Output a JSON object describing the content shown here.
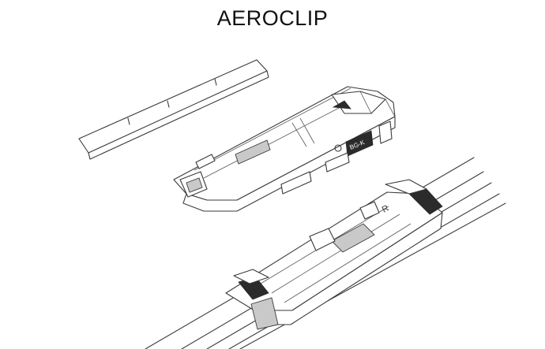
{
  "title": "AEROCLIP",
  "labels": {
    "adapter_badge": "BG-K",
    "blade_mark": "R"
  },
  "colors": {
    "line": "#3a3a3a",
    "fill_dark": "#2b2b2b",
    "fill_gray": "#c9c9c9",
    "background": "#ffffff"
  }
}
